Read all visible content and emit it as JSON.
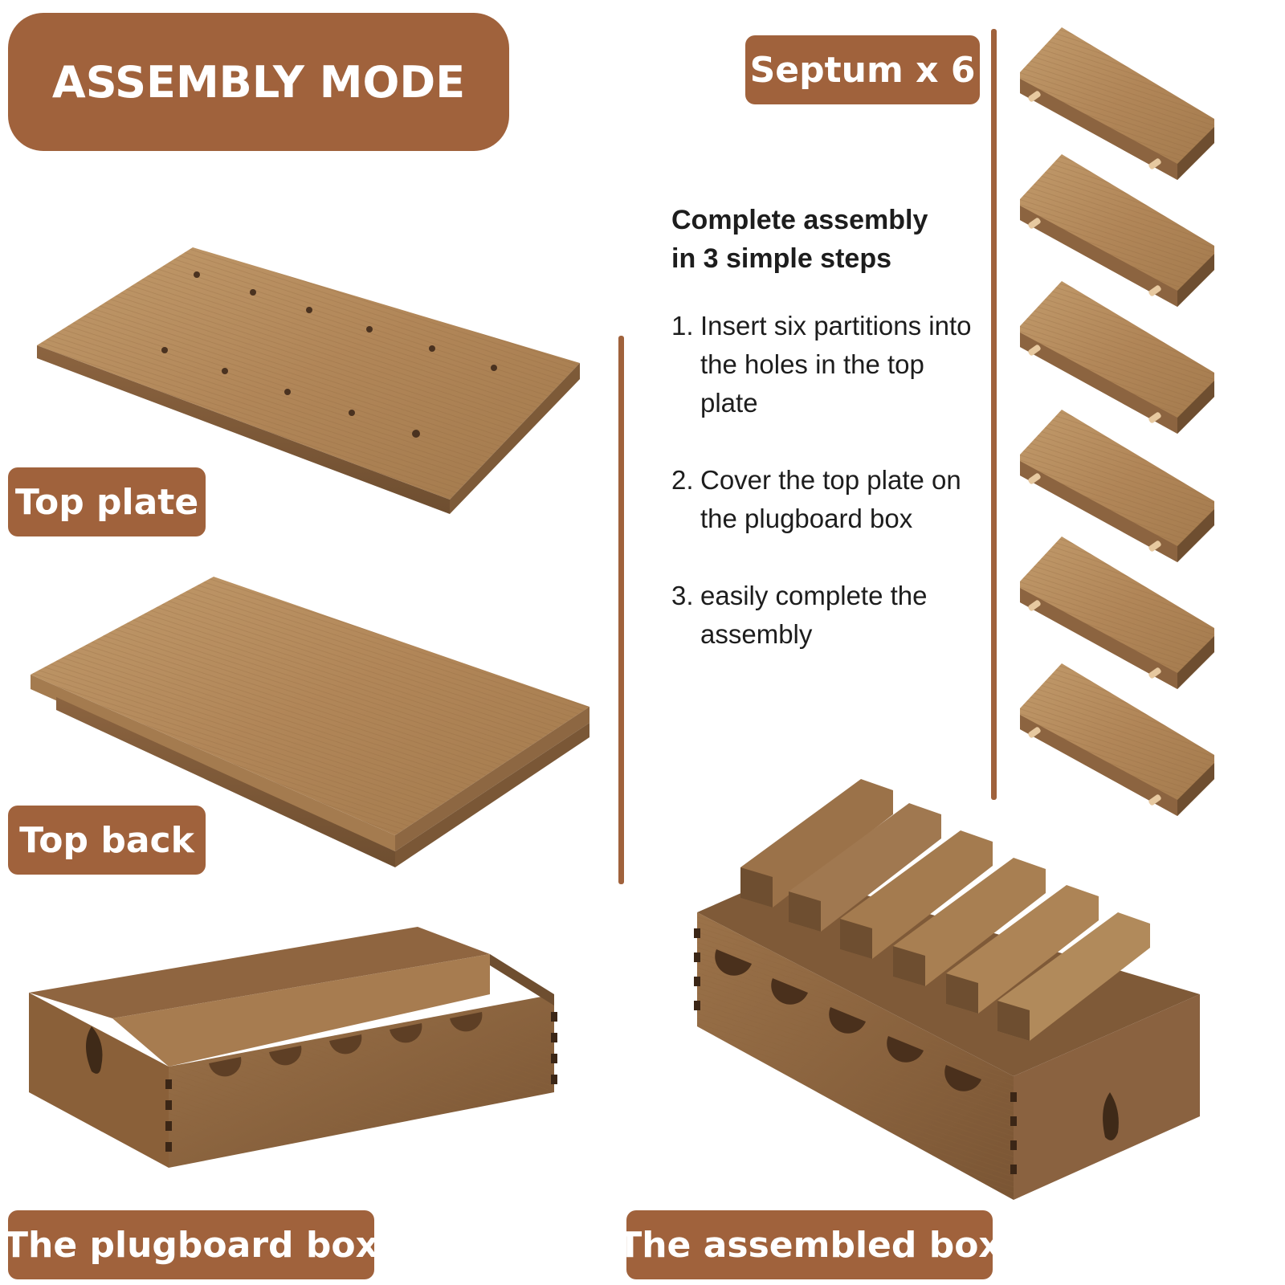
{
  "title": "ASSEMBLY MODE",
  "labels": {
    "septum": "Septum x 6",
    "top_plate": "Top plate",
    "top_back": "Top back",
    "plugboard_box": "The plugboard box",
    "assembled_box": "The assembled box"
  },
  "instructions": {
    "heading_line1": "Complete assembly",
    "heading_line2": "in 3 simple steps",
    "steps": [
      {
        "number": "1.",
        "text": "Insert six partitions into the holes in the top plate"
      },
      {
        "number": "2.",
        "text": "Cover the top plate on the plugboard box"
      },
      {
        "number": "3.",
        "text": "easily complete the assembly"
      }
    ]
  },
  "colors": {
    "accent": "#a0623c",
    "wood_light": "#b48a5c",
    "wood_mid": "#9c7146",
    "wood_dark": "#6e4e30",
    "text": "#1d1d1d"
  },
  "icons": {
    "top_plate": "wood-plate-with-holes-illustration",
    "top_back": "wood-plate-illustration",
    "septum": "wood-partition-illustration",
    "plugboard_box": "open-wood-box-illustration",
    "assembled_box": "assembled-wood-organizer-illustration"
  }
}
